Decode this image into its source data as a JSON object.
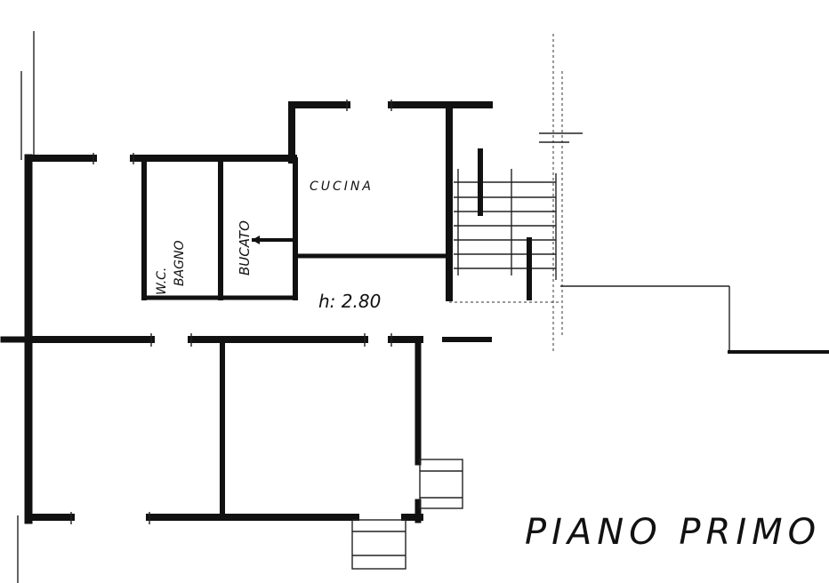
{
  "rooms": {
    "wc": "W.C.",
    "bagno": "BAGNO",
    "bucato": "BUCATO",
    "cucina": "CUCINA"
  },
  "height_note": "h: 2.80",
  "title": "PIANO PRIMO"
}
